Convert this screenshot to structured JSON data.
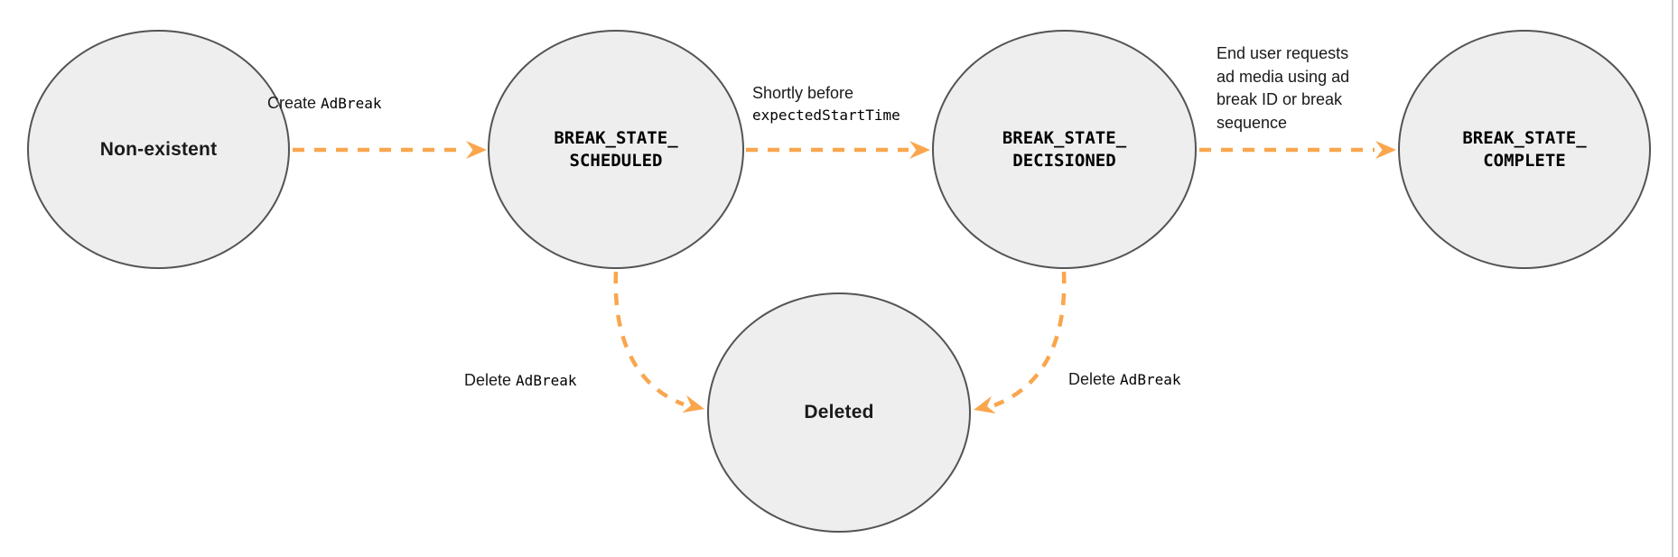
{
  "colors": {
    "arrow": "#F9A64D",
    "node_fill": "#EEEEEE",
    "node_border": "#545454",
    "text": "#1A1A1A",
    "page_bg": "#FFFFFF",
    "edge_line": "#CCCCCC"
  },
  "nodes": {
    "non_existent": {
      "label": "Non-existent"
    },
    "scheduled": {
      "line1": "BREAK_STATE_",
      "line2": "SCHEDULED"
    },
    "decisioned": {
      "line1": "BREAK_STATE_",
      "line2": "DECISIONED"
    },
    "complete": {
      "line1": "BREAK_STATE_",
      "line2": "COMPLETE"
    },
    "deleted": {
      "label": "Deleted"
    }
  },
  "edges": {
    "create": {
      "plain": "Create ",
      "code": "AdBreak"
    },
    "shortly": {
      "plain": "Shortly before",
      "code": "expectedStartTime"
    },
    "end_user": {
      "lines": [
        "End user requests",
        "ad media using ad",
        "break ID or break",
        "sequence"
      ]
    },
    "delete_left": {
      "plain": "Delete ",
      "code": "AdBreak"
    },
    "delete_right": {
      "plain": "Delete ",
      "code": "AdBreak"
    }
  }
}
